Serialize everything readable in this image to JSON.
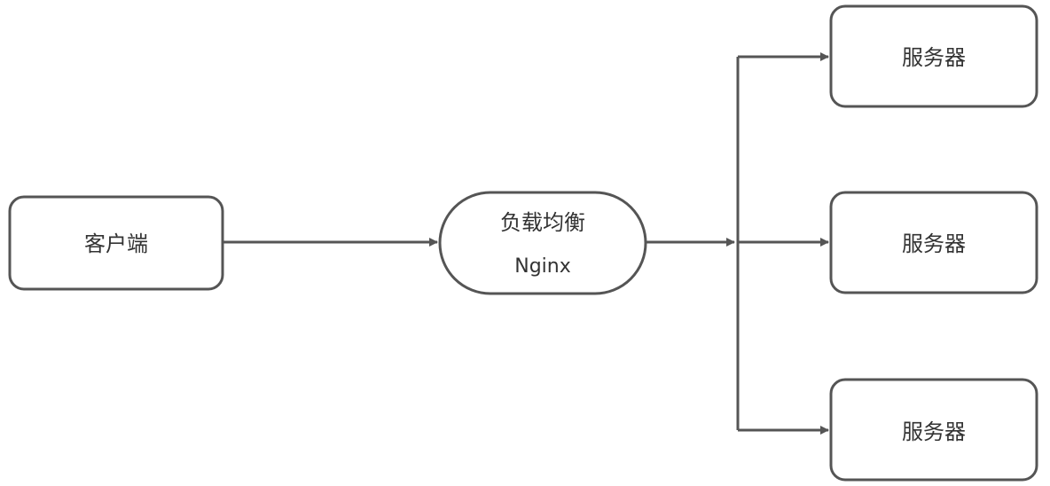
{
  "diagram": {
    "nodes": {
      "client": {
        "label": "客户端"
      },
      "load_balancer": {
        "label_line1": "负载均衡",
        "label_line2": "Nginx"
      },
      "server_top": {
        "label": "服务器"
      },
      "server_middle": {
        "label": "服务器"
      },
      "server_bottom": {
        "label": "服务器"
      }
    },
    "edges": [
      {
        "from": "客户端",
        "to": "负载均衡 Nginx"
      },
      {
        "from": "负载均衡 Nginx",
        "to": "服务器"
      },
      {
        "from": "负载均衡 Nginx",
        "to": "服务器"
      },
      {
        "from": "负载均衡 Nginx",
        "to": "服务器"
      }
    ],
    "colors": {
      "stroke": "#555555",
      "text": "#333333",
      "background": "#ffffff"
    }
  }
}
